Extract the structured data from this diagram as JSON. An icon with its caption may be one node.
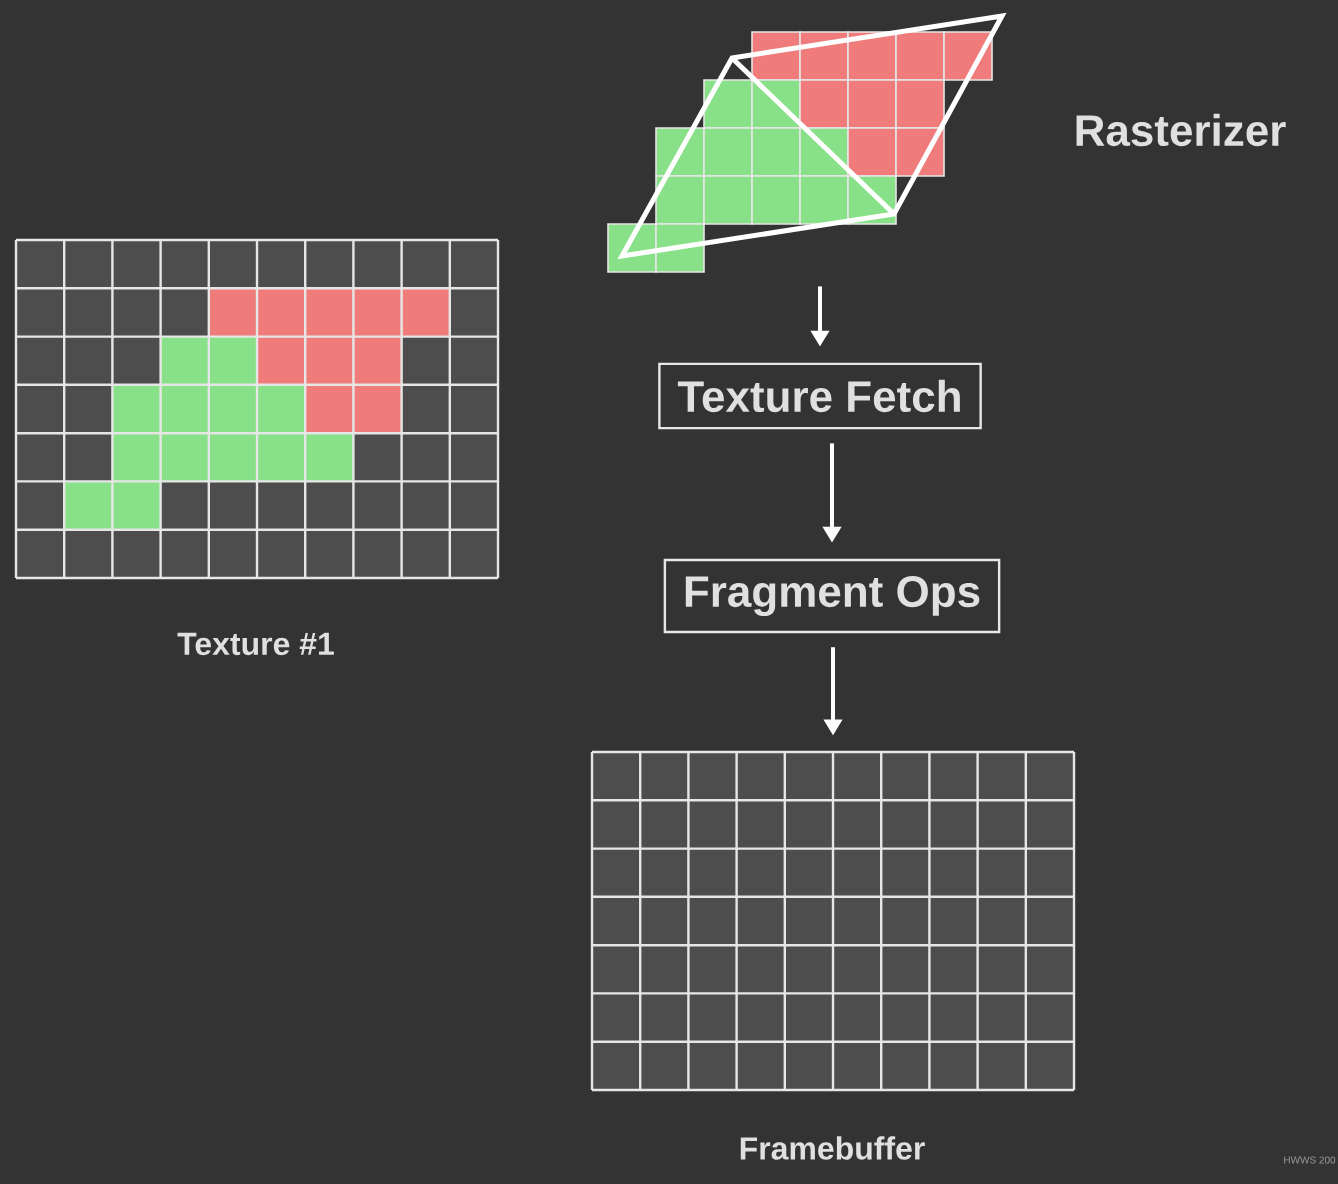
{
  "diagram": {
    "nodes": [
      {
        "text": [],
        "shape": "picture",
        "beside": [
          "Rasterizer"
        ]
      },
      {
        "text": [],
        "shape": "box",
        "beside": [
          "Texture #1"
        ]
      },
      {
        "text": [
          "Texture Fetch"
        ]
      },
      {
        "text": [
          "Fragment Ops"
        ]
      },
      {
        "text": [],
        "shape": "box",
        "beside": [
          "Framebuffer"
        ]
      }
    ],
    "edges": [
      {
        "from": 0,
        "to": 2,
        "arrow": "to"
      },
      {
        "from": 2,
        "to": 3,
        "arrow": "to"
      },
      {
        "from": 3,
        "to": 4,
        "arrow": "to"
      }
    ],
    "labels": [
      "HWWS 200"
    ]
  }
}
